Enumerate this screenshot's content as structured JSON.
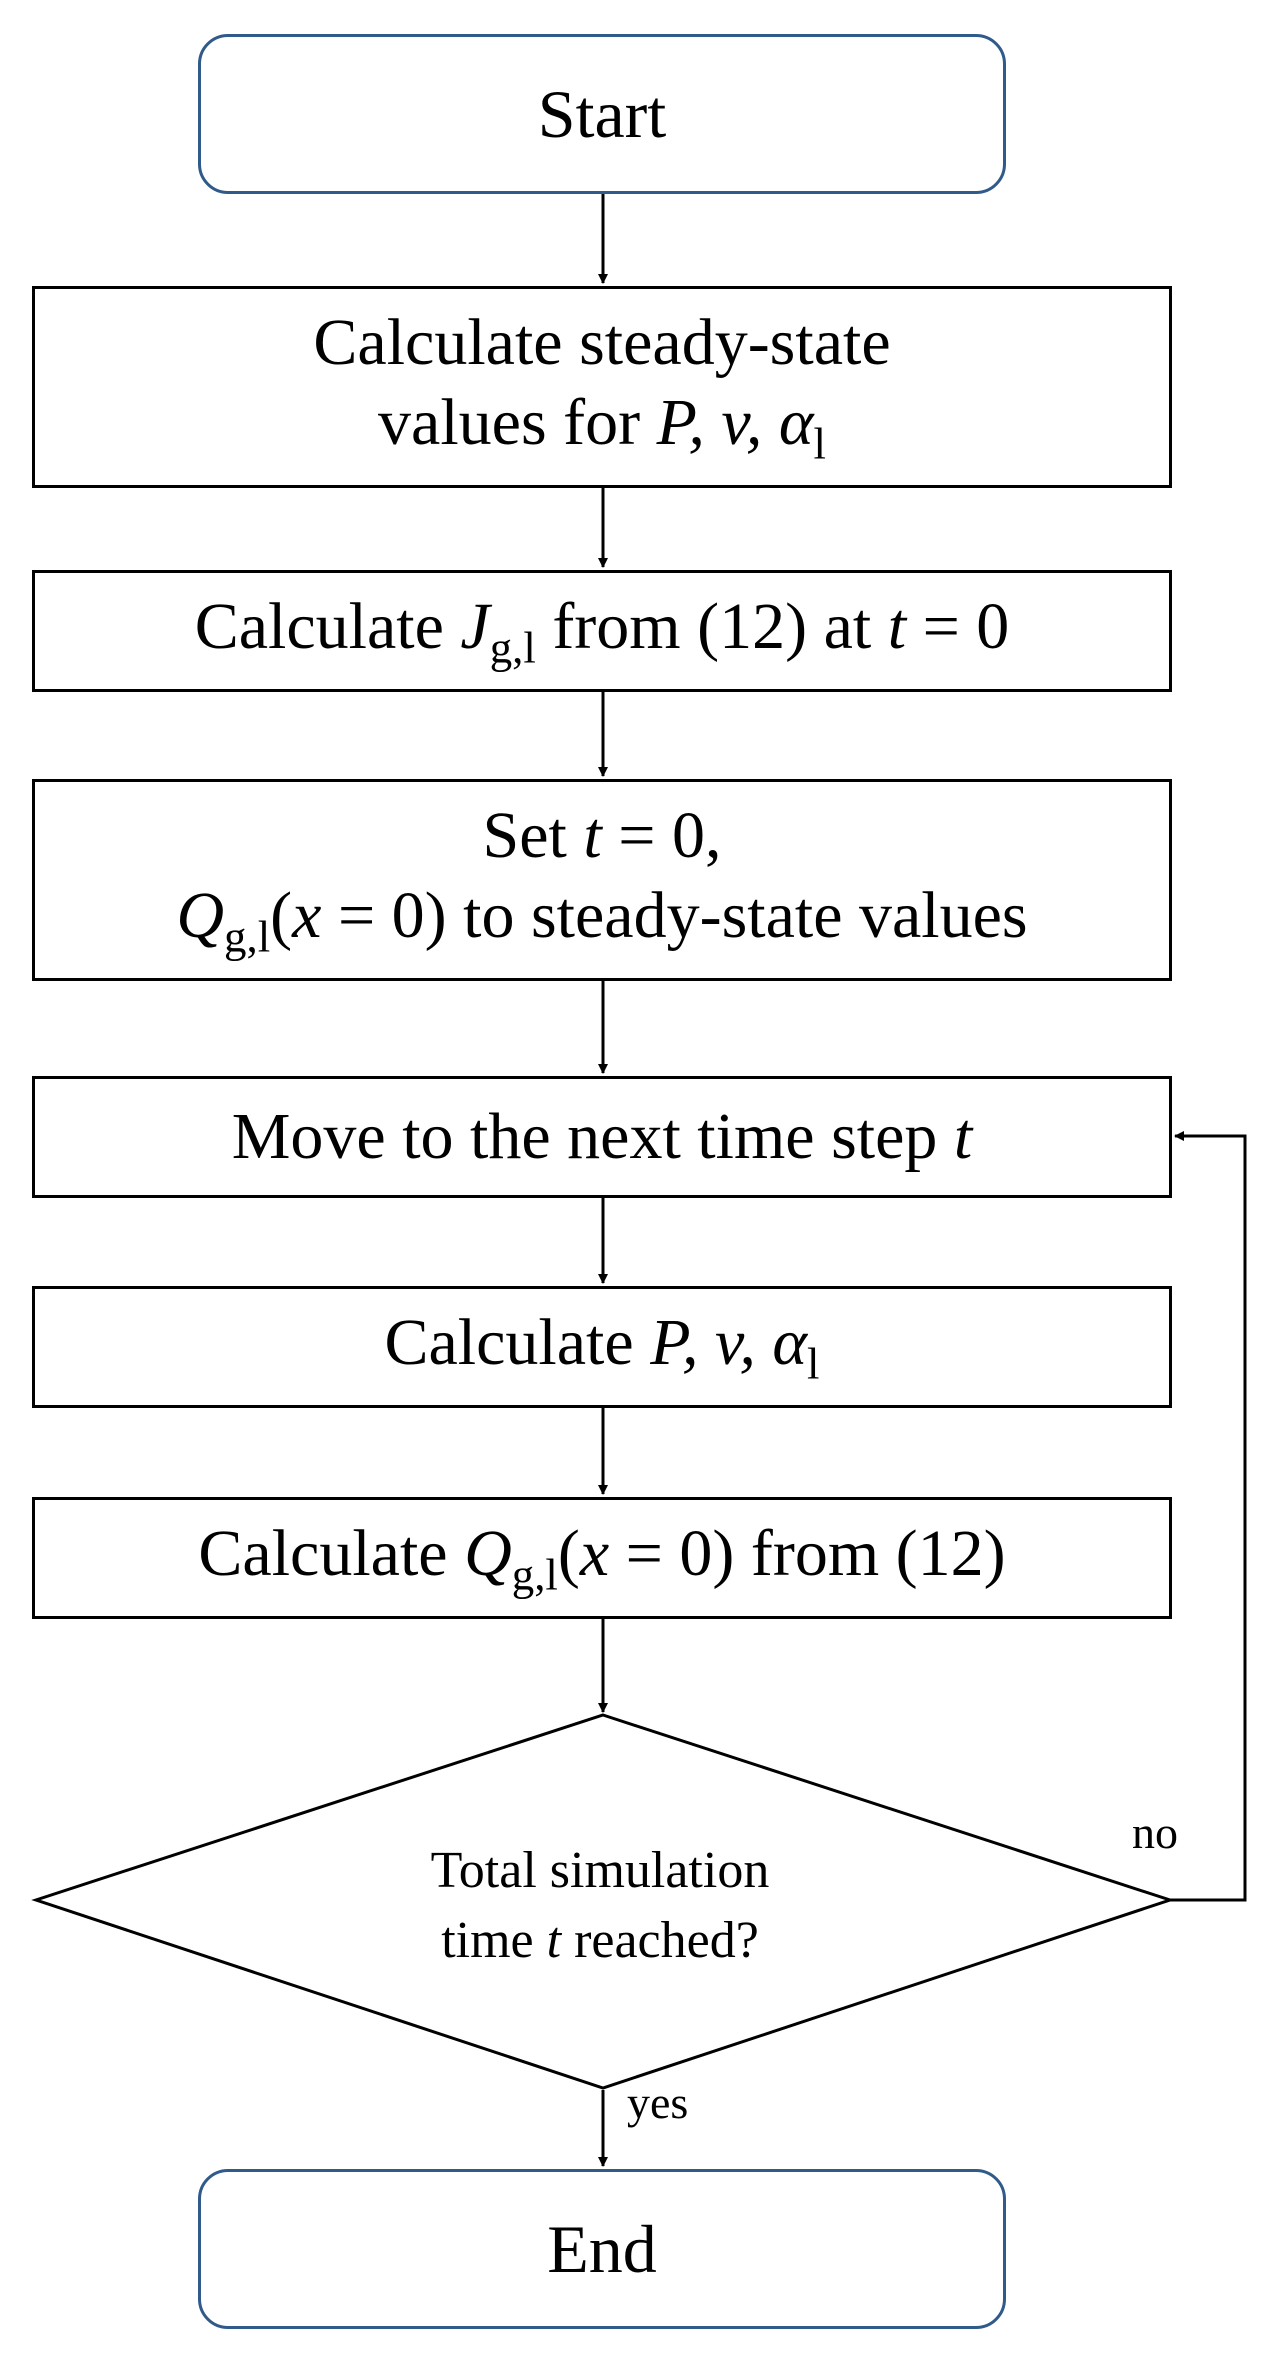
{
  "flowchart": {
    "start": {
      "label": "Start"
    },
    "steady_state": {
      "line1": "Calculate steady-state",
      "line2_pre": "values for ",
      "line2_vars": "P, v, α",
      "line2_sub": "l"
    },
    "calc_j": {
      "pre": "Calculate ",
      "var": "J",
      "sub": "g,l",
      "mid": " from (12) at ",
      "t": "t",
      "post": " = 0"
    },
    "set_t": {
      "line1_pre": "Set ",
      "line1_t": "t",
      "line1_post": " = 0,",
      "line2_var": "Q",
      "line2_sub": "g,l",
      "line2_open": "(",
      "line2_x": "x",
      "line2_post": " = 0) to steady-state values"
    },
    "next_step": {
      "pre": "Move to the next time step ",
      "t": "t"
    },
    "calc_pva": {
      "pre": "Calculate ",
      "vars": "P, v, α",
      "sub": "l"
    },
    "calc_q": {
      "pre": "Calculate ",
      "var": "Q",
      "sub": "g,l",
      "open": "(",
      "x": "x",
      "post": " = 0) from (12)"
    },
    "decision": {
      "line1": "Total simulation",
      "line2_pre": "time ",
      "line2_t": "t",
      "line2_post": " reached?"
    },
    "no_label": "no",
    "yes_label": "yes",
    "end": {
      "label": "End"
    },
    "colors": {
      "terminal_border": "#2f5a8a",
      "line": "#000000"
    }
  }
}
